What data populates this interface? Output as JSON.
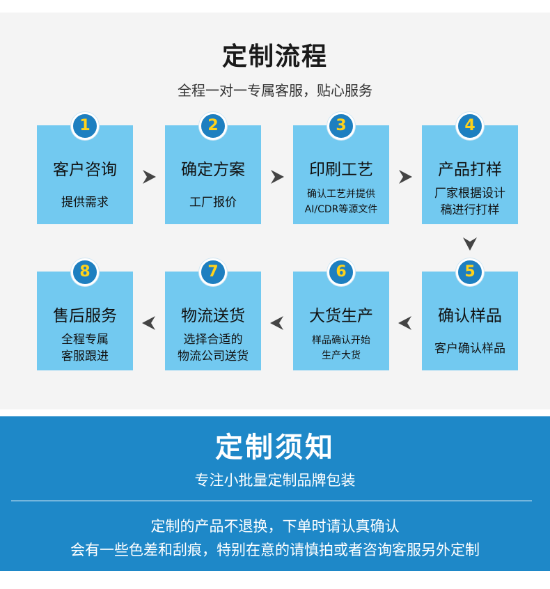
{
  "process": {
    "title": "定制流程",
    "subtitle": "全程一对一专属客服，贴心服务",
    "steps": [
      {
        "number": "1",
        "title": "客户咨询",
        "desc": "提供需求"
      },
      {
        "number": "2",
        "title": "确定方案",
        "desc": "工厂报价"
      },
      {
        "number": "3",
        "title": "印刷工艺",
        "desc": "确认工艺并提供\nAI/CDR等源文件"
      },
      {
        "number": "4",
        "title": "产品打样",
        "desc": "厂家根据设计\n稿进行打样"
      },
      {
        "number": "5",
        "title": "确认样品",
        "desc": "客户确认样品"
      },
      {
        "number": "6",
        "title": "大货生产",
        "desc": "样品确认开始\n生产大货"
      },
      {
        "number": "7",
        "title": "物流送货",
        "desc": "选择合适的\n物流公司送货"
      },
      {
        "number": "8",
        "title": "售后服务",
        "desc": "全程专属\n客服跟进"
      }
    ]
  },
  "notice": {
    "title": "定制须知",
    "subtitle": "专注小批量定制品牌包装",
    "lines": [
      "定制的产品不退换，下单时请认真确认",
      "会有一些色差和刮痕，特别在意的请慎拍或者咨询客服另外定制"
    ]
  },
  "colors": {
    "card": "#72c9f0",
    "badge": "#1d7fc0",
    "badge_number": "#ffd21a",
    "arrow": "#444444",
    "notice_bg": "#1e88c8"
  }
}
